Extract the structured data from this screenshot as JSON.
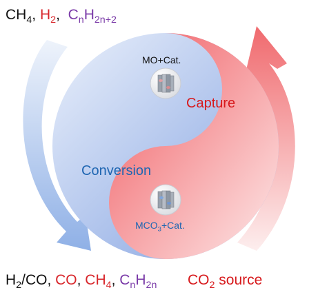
{
  "colors": {
    "black": "#111111",
    "red": "#d8262b",
    "purple": "#7a3aa8",
    "blue": "#1f66b2",
    "capture_red": "#d7191c",
    "yin_red": "#f06a6e",
    "yin_blue": "#8fb0e6"
  },
  "top_left": {
    "ch4": "CH",
    "ch4_sub": "4",
    "h2": "H",
    "h2_sub": "2",
    "cn": "C",
    "cn_sub": "n",
    "h2n2": "H",
    "h2n2_sub": "2n+2"
  },
  "bottom_left": {
    "h2": "H",
    "h2_sub": "2",
    "co_slash": "/CO",
    "co": "CO",
    "ch4": "CH",
    "ch4_sub": "4",
    "cn": "C",
    "cn_sub": "n",
    "h2n": "H",
    "h2n_sub": "2n"
  },
  "bottom_right": {
    "co": "CO",
    "co_sub": "2",
    "source": " source"
  },
  "capture": {
    "catalyst": "MO+Cat.",
    "label": "Capture",
    "icon": "catalyst-particle-icon"
  },
  "conversion": {
    "catalyst_pre": "MCO",
    "catalyst_sub": "3",
    "catalyst_post": "+Cat.",
    "label": "Conversion",
    "icon": "catalyst-particle-icon"
  }
}
